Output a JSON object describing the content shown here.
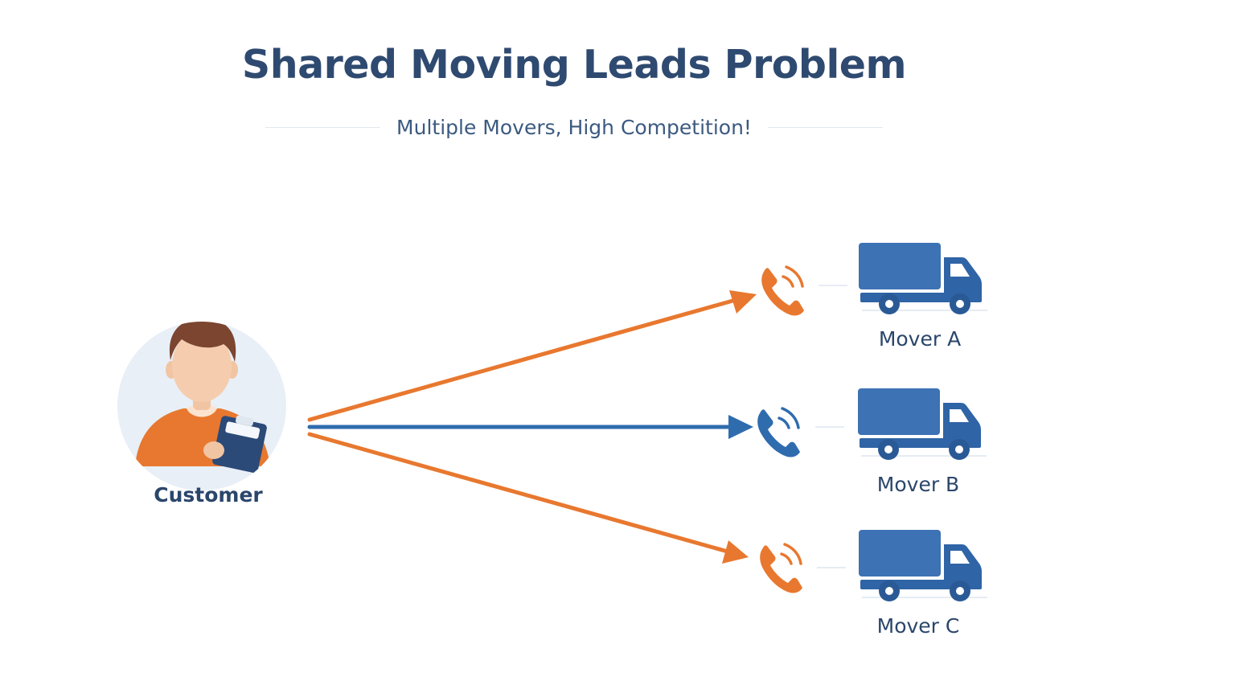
{
  "header": {
    "title": "Shared Moving Leads Problem",
    "subtitle": "Multiple Movers, High Competition!"
  },
  "customer": {
    "label": "Customer",
    "icon": "person-with-clipboard-icon"
  },
  "movers": [
    {
      "label": "Mover A",
      "call_color": "#e8782f",
      "icon": "moving-truck-icon"
    },
    {
      "label": "Mover B",
      "call_color": "#2f6cae",
      "icon": "moving-truck-icon"
    },
    {
      "label": "Mover C",
      "call_color": "#e8782f",
      "icon": "moving-truck-icon"
    }
  ],
  "colors": {
    "title": "#2f4a70",
    "orange": "#e8782f",
    "blue": "#2f6cae",
    "truck": "#3d72b4",
    "truck_dark": "#2a5a96",
    "avatar_bg": "#e8eff7"
  }
}
